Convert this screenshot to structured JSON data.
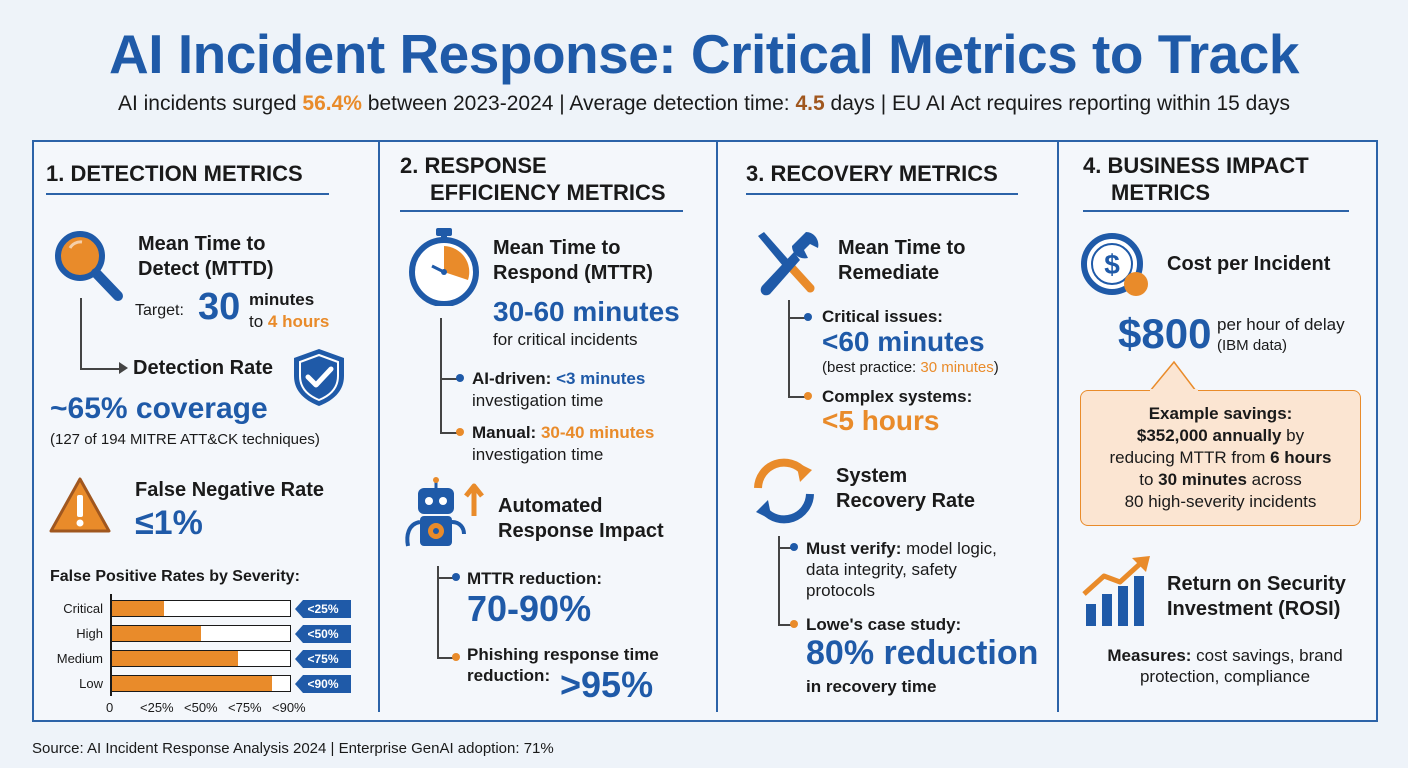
{
  "header": {
    "title": "AI Incident Response: Critical Metrics to Track",
    "sub_a": "AI incidents surged ",
    "sub_b": "56.4%",
    "sub_c": " between 2023-2024 | Average detection time: ",
    "sub_d": "4.5",
    "sub_e": " days | EU AI Act requires reporting within 15 days"
  },
  "detection": {
    "title": "1. DETECTION METRICS",
    "mttd_label_1": "Mean Time to",
    "mttd_label_2": "Detect (MTTD)",
    "target_label": "Target:",
    "target_value": "30",
    "target_unit_1": "minutes",
    "target_unit_2_prefix": "to ",
    "target_unit_2": "4 hours",
    "rate_label": "Detection Rate",
    "rate_value": "~65% coverage",
    "rate_note": "(127 of 194 MITRE ATT&CK techniques)",
    "fnr_label": "False Negative Rate",
    "fnr_value": "≤1%",
    "fpr_title": "False Positive Rates by Severity:",
    "fpr_rows": [
      {
        "label": "Critical",
        "tag": "<25%",
        "fill": 0.29
      },
      {
        "label": "High",
        "tag": "<50%",
        "fill": 0.5
      },
      {
        "label": "Medium",
        "tag": "<75%",
        "fill": 0.71
      },
      {
        "label": "Low",
        "tag": "<90%",
        "fill": 0.9
      }
    ],
    "fpr_ticks": [
      "0",
      "<25%",
      "<50%",
      "<75%",
      "<90%"
    ]
  },
  "response": {
    "title_1": "2. RESPONSE",
    "title_2": "EFFICIENCY METRICS",
    "mttr_label_1": "Mean Time to",
    "mttr_label_2": "Respond (MTTR)",
    "mttr_value": "30-60 minutes",
    "mttr_note": "for critical incidents",
    "ai_label": "AI-driven: ",
    "ai_value": "<3 minutes",
    "ai_note": "investigation time",
    "manual_label": "Manual: ",
    "manual_value": "30-40 minutes",
    "manual_note": "investigation time",
    "auto_label_1": "Automated",
    "auto_label_2": "Response Impact",
    "mttr_red_label": "MTTR reduction:",
    "mttr_red_value": "70-90%",
    "phish_label_1": "Phishing response time",
    "phish_label_2": "reduction:",
    "phish_value": ">95%"
  },
  "recovery": {
    "title": "3. RECOVERY METRICS",
    "mttr_label_1": "Mean Time to",
    "mttr_label_2": "Remediate",
    "crit_label": "Critical issues:",
    "crit_value": "<60 minutes",
    "crit_note_a": "(best practice: ",
    "crit_note_b": "30 minutes",
    "crit_note_c": ")",
    "complex_label": "Complex systems:",
    "complex_value": "<5 hours",
    "sys_label_1": "System",
    "sys_label_2": "Recovery Rate",
    "verify_label": "Must verify:",
    "verify_text_1": " model logic,",
    "verify_text_2": "data integrity, safety",
    "verify_text_3": "protocols",
    "lowes_label": "Lowe's case study:",
    "lowes_value": "80% reduction",
    "lowes_note": "in recovery time"
  },
  "business": {
    "title_1": "4. BUSINESS IMPACT",
    "title_2": "METRICS",
    "cost_label": "Cost per Incident",
    "cost_value": "$800",
    "cost_note_1": "per hour of delay",
    "cost_note_2": "(IBM data)",
    "ex_1": "Example savings:",
    "ex_2a": "$352,000 annually",
    "ex_2b": " by",
    "ex_3a": "reducing MTTR from ",
    "ex_3b": "6 hours",
    "ex_4a": "to ",
    "ex_4b": "30 minutes",
    "ex_4c": " across",
    "ex_5": "80 high-severity incidents",
    "rosi_1": "Return on Security",
    "rosi_2": "Investment (ROSI)",
    "measures_label": "Measures:",
    "measures_text_1": " cost savings, brand",
    "measures_text_2": "protection, compliance"
  },
  "footer": {
    "source": "Source: AI Incident Response Analysis 2024 | Enterprise GenAI adoption: 71%"
  },
  "colors": {
    "blue": "#1f5aa8",
    "orange": "#e98b2a",
    "bg": "#eef3f9"
  }
}
